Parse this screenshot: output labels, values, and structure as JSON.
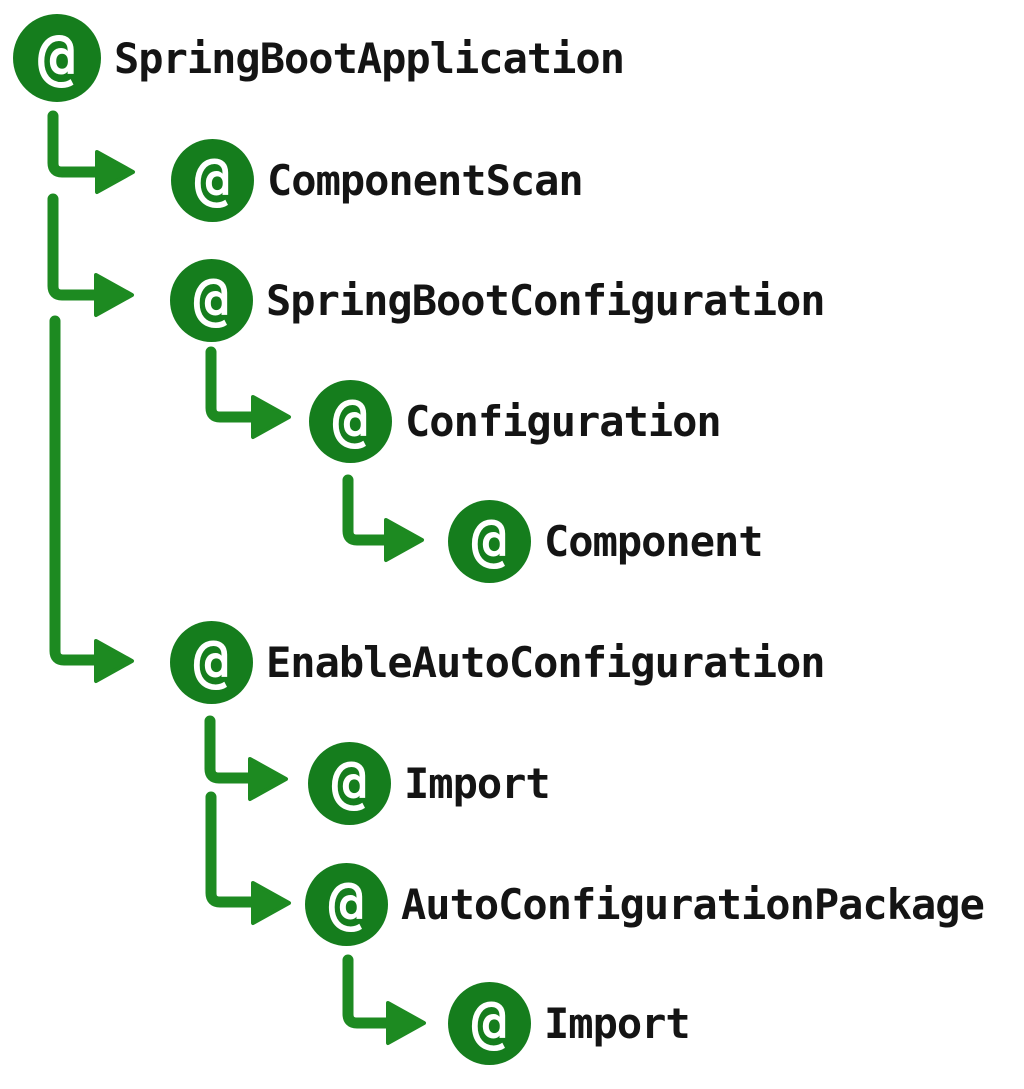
{
  "diagram": {
    "type": "annotation-hierarchy-tree",
    "icon_glyph": "@",
    "colors": {
      "circle_green": "#157d1d",
      "connector_green": "#1d8a21",
      "text_color": "#141414",
      "at_color": "#ffffff",
      "background": "#ffffff"
    },
    "tree": {
      "nodes": [
        {
          "label": "SpringBootApplication",
          "level": 0,
          "parent": null
        },
        {
          "label": "ComponentScan",
          "level": 1,
          "parent": "SpringBootApplication"
        },
        {
          "label": "SpringBootConfiguration",
          "level": 1,
          "parent": "SpringBootApplication"
        },
        {
          "label": "Configuration",
          "level": 2,
          "parent": "SpringBootConfiguration"
        },
        {
          "label": "Component",
          "level": 3,
          "parent": "Configuration"
        },
        {
          "label": "EnableAutoConfiguration",
          "level": 1,
          "parent": "SpringBootApplication"
        },
        {
          "label": "Import",
          "level": 2,
          "parent": "EnableAutoConfiguration"
        },
        {
          "label": "AutoConfigurationPackage",
          "level": 2,
          "parent": "EnableAutoConfiguration"
        },
        {
          "label": "Import",
          "level": 3,
          "parent": "AutoConfigurationPackage"
        }
      ]
    }
  }
}
